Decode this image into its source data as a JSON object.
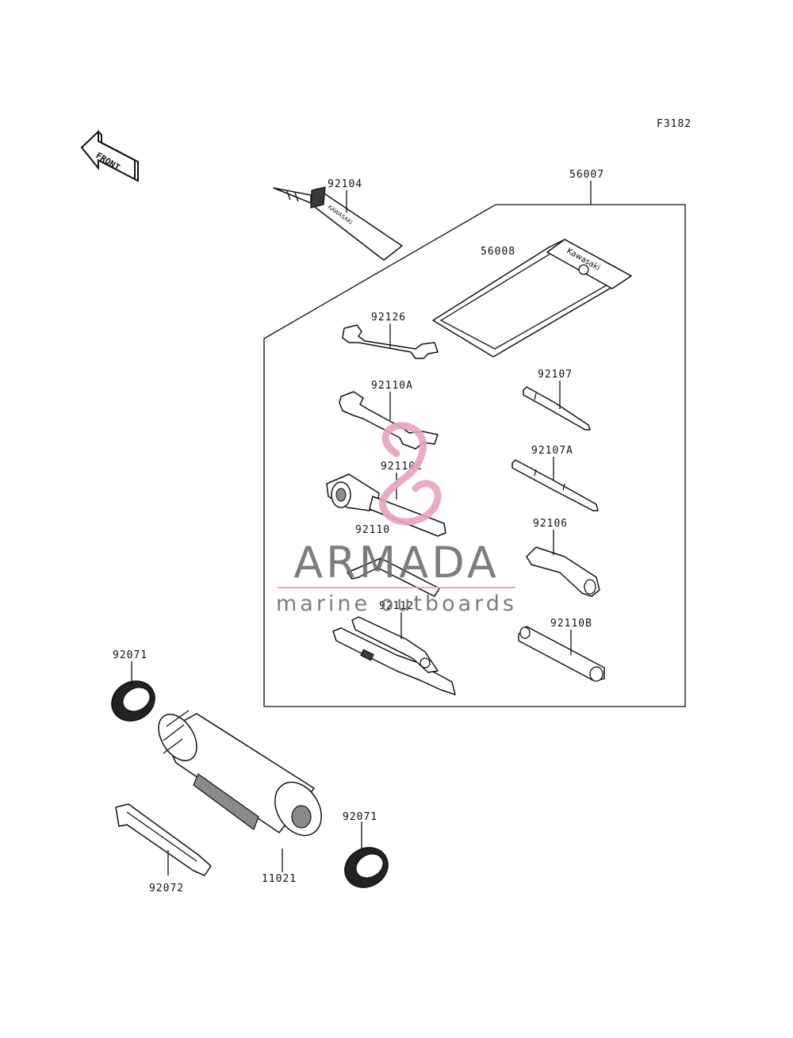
{
  "figure_code": "F3182",
  "front_label": "FRONT",
  "tool_kit_label": "56007",
  "parts": {
    "p92104": "92104",
    "p56008": "56008",
    "p92126": "92126",
    "p92110A": "92110A",
    "p92110C": "92110C",
    "p92110": "92110",
    "p92107": "92107",
    "p92107A": "92107A",
    "p92106": "92106",
    "p92112": "92112",
    "p92110B": "92110B",
    "p92071a": "92071",
    "p92071b": "92071",
    "p92072": "92072",
    "p11021": "11021"
  },
  "bag_text": "Kawasaki",
  "watermark": {
    "title": "ARMADA",
    "subtitle": "marine outboards",
    "accent_color": "#e7a2c0",
    "text_color": "#6f6f6f"
  }
}
